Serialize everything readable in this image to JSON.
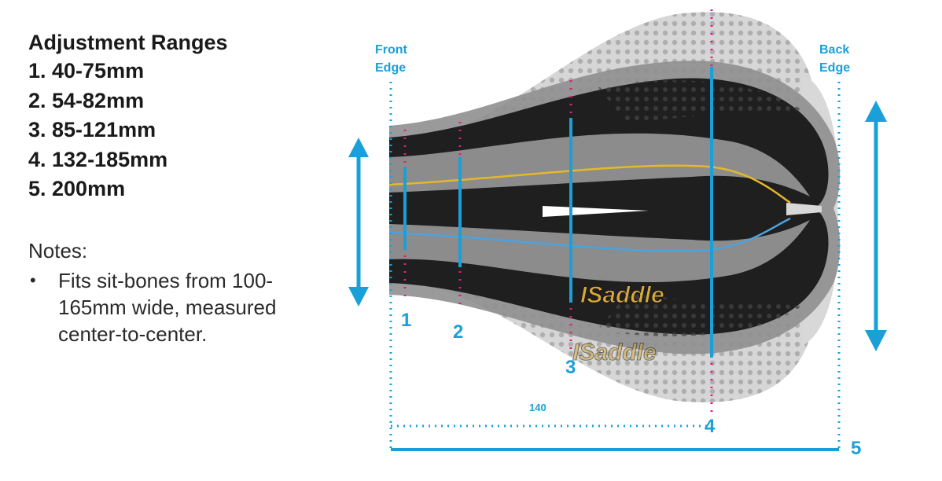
{
  "adjustment_ranges": {
    "title": "Adjustment Ranges",
    "items": [
      "1. 40-75mm",
      "2. 54-82mm",
      "3. 85-121mm",
      "4. 132-185mm",
      "5. 200mm"
    ]
  },
  "notes": {
    "title": "Notes:",
    "items": [
      "Fits sit-bones from 100-165mm wide, measured center-to-center."
    ]
  },
  "diagram": {
    "front_edge": [
      "Front",
      "Edge"
    ],
    "back_edge": [
      "Back",
      "Edge"
    ],
    "width_label": "140",
    "markers": [
      "1",
      "2",
      "3",
      "4",
      "5"
    ],
    "brand": "ISaddle",
    "colors": {
      "accent_blue": "#1aa0d8",
      "magenta": "#d9207f",
      "saddle_dark": "#1f1f1f",
      "saddle_grey": "#9a9a9a",
      "stripe_yellow": "#e5b82b"
    }
  }
}
